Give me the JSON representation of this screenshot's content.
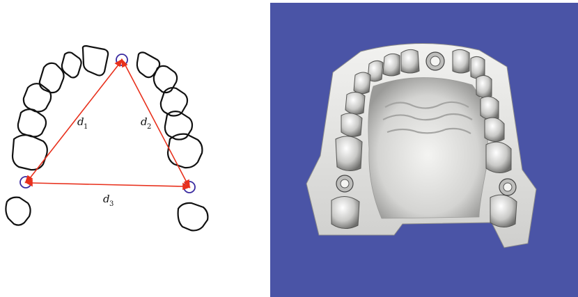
{
  "colors": {
    "panel_background": "#4a54a6",
    "triangle": "#e8301c",
    "landmark_circle": "#3a2aa0",
    "tooth_outline": "#111111",
    "model_base": "#ececea"
  },
  "diagram": {
    "distances": [
      {
        "symbol": "d",
        "index": "1"
      },
      {
        "symbol": "d",
        "index": "2"
      },
      {
        "symbol": "d",
        "index": "3"
      }
    ]
  },
  "model_panel": {
    "icons": [
      "dental-arch-3d-model"
    ]
  }
}
